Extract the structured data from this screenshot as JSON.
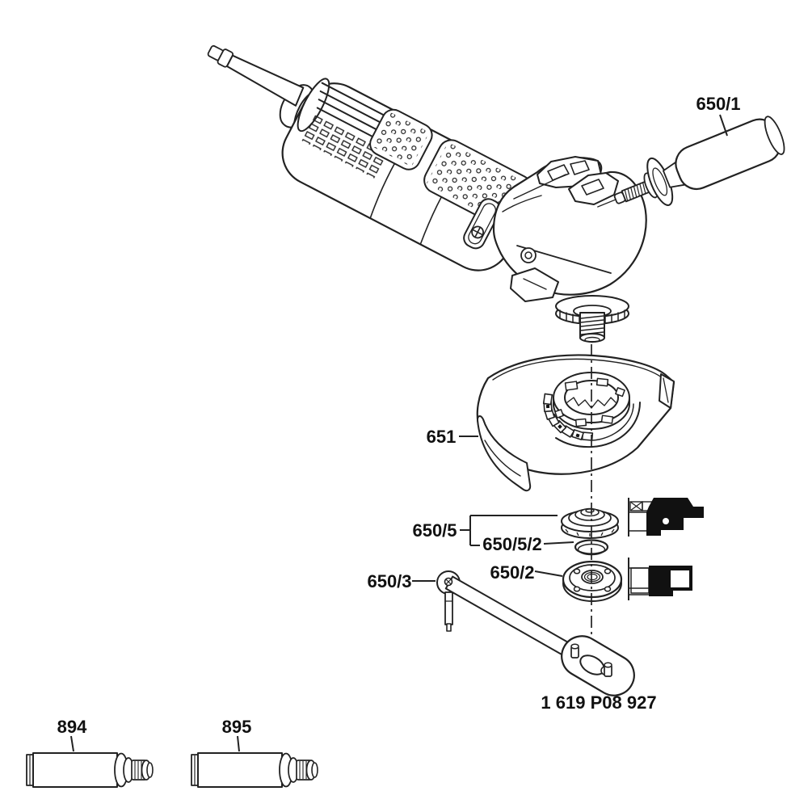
{
  "diagram": {
    "type": "exploded-parts-diagram",
    "subject": "angle grinder service parts drawing",
    "colors": {
      "background": "#ffffff",
      "line": "#222222",
      "solid_fill": "#111111"
    },
    "part_labels": {
      "side_handle": "650/1",
      "wheel_guard": "651",
      "flange_assembly": "650/5",
      "o_ring": "650/5/2",
      "clamping_nut": "650/2",
      "pin_wrench": "650/3",
      "grease_tube_left": "894",
      "grease_tube_right": "895"
    },
    "part_number": "1 619 P08 927",
    "icons": {
      "flange_cross_section": "cross-section-marker",
      "nut_cross_section": "cross-section-marker"
    }
  }
}
